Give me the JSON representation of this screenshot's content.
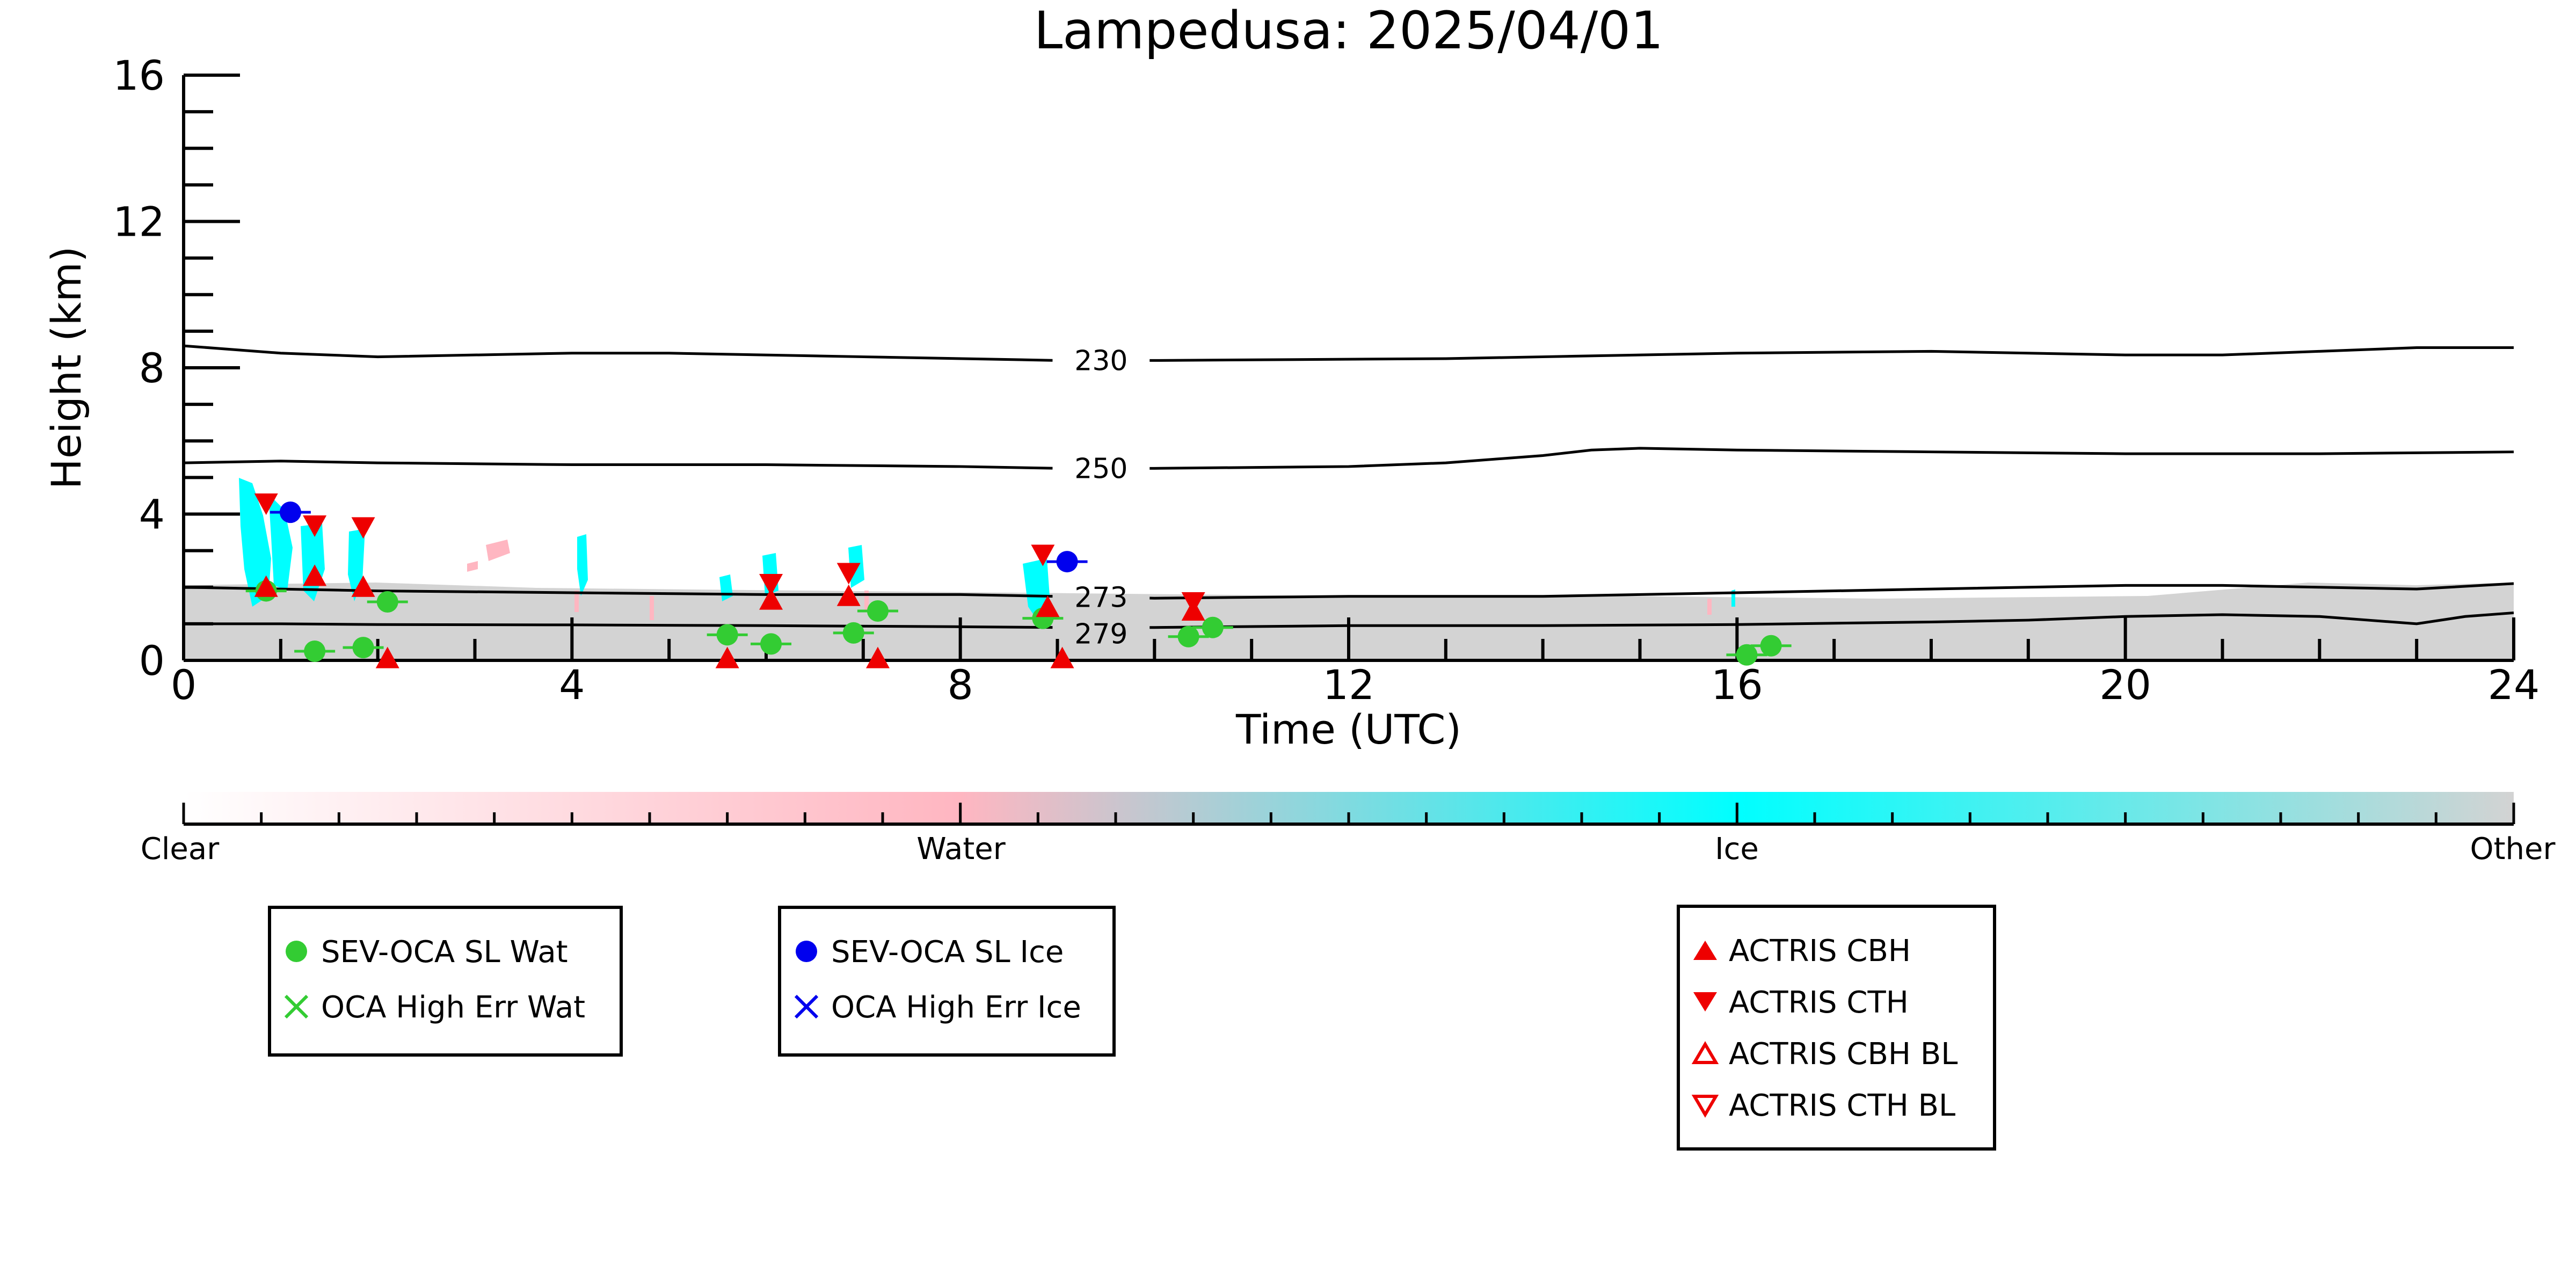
{
  "chart_data": {
    "type": "scatter",
    "title": "Lampedusa: 2025/04/01",
    "xlabel": "Time (UTC)",
    "ylabel": "Height (km)",
    "xlim": [
      0,
      24
    ],
    "ylim": [
      0,
      16
    ],
    "xticks": [
      "0",
      "4",
      "8",
      "12",
      "16",
      "20",
      "24"
    ],
    "yticks": [
      "0",
      "4",
      "8",
      "12",
      "16"
    ],
    "grid": false,
    "isotherms": [
      {
        "label": "230",
        "x": [
          0,
          1,
          2,
          4,
          5,
          7,
          9,
          10,
          13,
          14,
          15,
          16,
          18,
          20,
          21,
          22,
          23,
          24
        ],
        "y": [
          8.6,
          8.4,
          8.3,
          8.4,
          8.4,
          8.3,
          8.2,
          8.2,
          8.25,
          8.3,
          8.35,
          8.4,
          8.45,
          8.35,
          8.35,
          8.45,
          8.55,
          8.55
        ]
      },
      {
        "label": "250",
        "x": [
          0,
          1,
          2,
          4,
          6,
          8,
          9,
          10,
          12,
          13,
          14,
          14.5,
          15,
          16,
          18,
          20,
          22,
          24
        ],
        "y": [
          5.4,
          5.45,
          5.4,
          5.35,
          5.35,
          5.3,
          5.25,
          5.25,
          5.3,
          5.4,
          5.6,
          5.75,
          5.8,
          5.75,
          5.7,
          5.65,
          5.65,
          5.7
        ]
      },
      {
        "label": "273",
        "x": [
          0,
          1,
          2,
          4,
          6,
          8,
          9,
          10,
          12,
          13,
          14,
          15,
          16,
          18,
          20,
          21,
          22,
          23,
          24
        ],
        "y": [
          2.0,
          1.95,
          1.9,
          1.85,
          1.8,
          1.8,
          1.75,
          1.7,
          1.75,
          1.75,
          1.75,
          1.8,
          1.85,
          1.95,
          2.05,
          2.05,
          2.0,
          1.95,
          2.1
        ]
      },
      {
        "label": "279",
        "x": [
          0,
          1,
          2,
          4,
          6,
          8,
          9,
          10,
          12,
          14,
          16,
          18,
          19,
          20,
          21,
          22,
          22.5,
          23,
          23.5,
          24
        ],
        "y": [
          1.0,
          1.0,
          0.98,
          0.97,
          0.95,
          0.92,
          0.9,
          0.9,
          0.95,
          0.95,
          0.98,
          1.05,
          1.1,
          1.2,
          1.25,
          1.2,
          1.1,
          1.0,
          1.2,
          1.3
        ]
      }
    ],
    "cloud_phase_colorbar": {
      "labels": [
        "Clear",
        "Water",
        "Ice",
        "Other"
      ],
      "colors": [
        "#ffffff",
        "#ffb6c1",
        "#00ffff",
        "#d3d3d3"
      ]
    },
    "series": [
      {
        "name": "SEV-OCA SL Wat",
        "marker": "circle",
        "color": "#33cc33",
        "points": [
          [
            0.85,
            1.9
          ],
          [
            1.35,
            0.25
          ],
          [
            1.85,
            0.35
          ],
          [
            2.1,
            1.6
          ],
          [
            5.6,
            0.7
          ],
          [
            6.05,
            0.45
          ],
          [
            6.9,
            0.75
          ],
          [
            7.15,
            1.35
          ],
          [
            8.85,
            1.15
          ],
          [
            10.35,
            0.65
          ],
          [
            10.6,
            0.9
          ],
          [
            16.1,
            0.15
          ],
          [
            16.35,
            0.4
          ]
        ]
      },
      {
        "name": "OCA High Err Wat",
        "marker": "x",
        "color": "#33cc33",
        "points": []
      },
      {
        "name": "SEV-OCA SL Ice",
        "marker": "circle",
        "color": "#0000ee",
        "points": [
          [
            1.1,
            4.05
          ],
          [
            9.1,
            2.7
          ]
        ]
      },
      {
        "name": "OCA High Err Ice",
        "marker": "x",
        "color": "#0000ee",
        "points": []
      },
      {
        "name": "ACTRIS CBH",
        "marker": "triangle-up",
        "color": "#ee0000",
        "points": [
          [
            0.85,
            2.0
          ],
          [
            1.35,
            2.3
          ],
          [
            1.85,
            2.0
          ],
          [
            2.1,
            0.05
          ],
          [
            5.6,
            0.05
          ],
          [
            6.05,
            1.65
          ],
          [
            6.85,
            1.75
          ],
          [
            7.15,
            0.05
          ],
          [
            8.9,
            1.45
          ],
          [
            9.05,
            0.05
          ],
          [
            10.4,
            1.35
          ]
        ]
      },
      {
        "name": "ACTRIS CTH",
        "marker": "triangle-down",
        "color": "#ee0000",
        "points": [
          [
            0.85,
            4.3
          ],
          [
            1.35,
            3.7
          ],
          [
            1.85,
            3.65
          ],
          [
            6.05,
            2.1
          ],
          [
            6.85,
            2.4
          ],
          [
            8.85,
            2.9
          ],
          [
            10.4,
            1.6
          ]
        ]
      },
      {
        "name": "ACTRIS CBH BL",
        "marker": "triangle-up-open",
        "color": "#ee0000",
        "points": []
      },
      {
        "name": "ACTRIS CTH BL",
        "marker": "triangle-down-open",
        "color": "#ee0000",
        "points": []
      }
    ],
    "legend_placement": "bottom"
  }
}
